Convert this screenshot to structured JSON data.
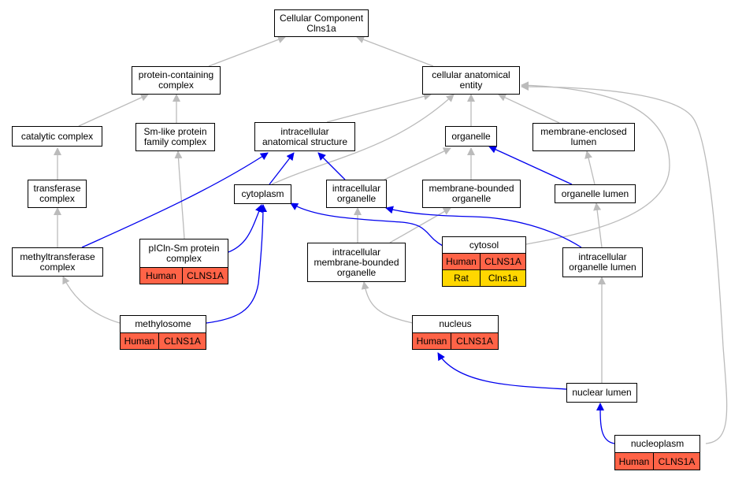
{
  "colors": {
    "gray_edge": "#bbbbbb",
    "blue_edge": "#0000ee",
    "human": "#ff6347",
    "rat": "#ffd700"
  },
  "nodes": {
    "cellular_component": [
      "Cellular Component",
      "Clns1a"
    ],
    "protein_containing_complex": [
      "protein-containing",
      "complex"
    ],
    "cellular_anatomical_entity": [
      "cellular anatomical",
      "entity"
    ],
    "catalytic_complex": [
      "catalytic complex"
    ],
    "sm_like": [
      "Sm-like protein",
      "family complex"
    ],
    "intracellular_anatomical_structure": [
      "intracellular",
      "anatomical structure"
    ],
    "organelle": [
      "organelle"
    ],
    "membrane_enclosed_lumen": [
      "membrane-enclosed",
      "lumen"
    ],
    "transferase_complex": [
      "transferase",
      "complex"
    ],
    "cytoplasm": [
      "cytoplasm"
    ],
    "intracellular_organelle": [
      "intracellular",
      "organelle"
    ],
    "membrane_bounded_organelle": [
      "membrane-bounded",
      "organelle"
    ],
    "organelle_lumen": [
      "organelle lumen"
    ],
    "methyltransferase_complex": [
      "methyltransferase",
      "complex"
    ],
    "picln_sm": [
      "pICln-Sm protein",
      "complex"
    ],
    "intracellular_membrane_bounded": [
      "intracellular",
      "membrane-bounded",
      "organelle"
    ],
    "cytosol": [
      "cytosol"
    ],
    "intracellular_organelle_lumen": [
      "intracellular",
      "organelle lumen"
    ],
    "methylosome": [
      "methylosome"
    ],
    "nucleus": [
      "nucleus"
    ],
    "nuclear_lumen": [
      "nuclear lumen"
    ],
    "nucleoplasm": [
      "nucleoplasm"
    ]
  },
  "annotations": {
    "picln_sm": [
      [
        "Human",
        "CLNS1A"
      ]
    ],
    "cytosol": [
      [
        "Human",
        "CLNS1A"
      ],
      [
        "Rat",
        "Clns1a"
      ]
    ],
    "methylosome": [
      [
        "Human",
        "CLNS1A"
      ]
    ],
    "nucleus": [
      [
        "Human",
        "CLNS1A"
      ]
    ],
    "nucleoplasm": [
      [
        "Human",
        "CLNS1A"
      ]
    ]
  }
}
